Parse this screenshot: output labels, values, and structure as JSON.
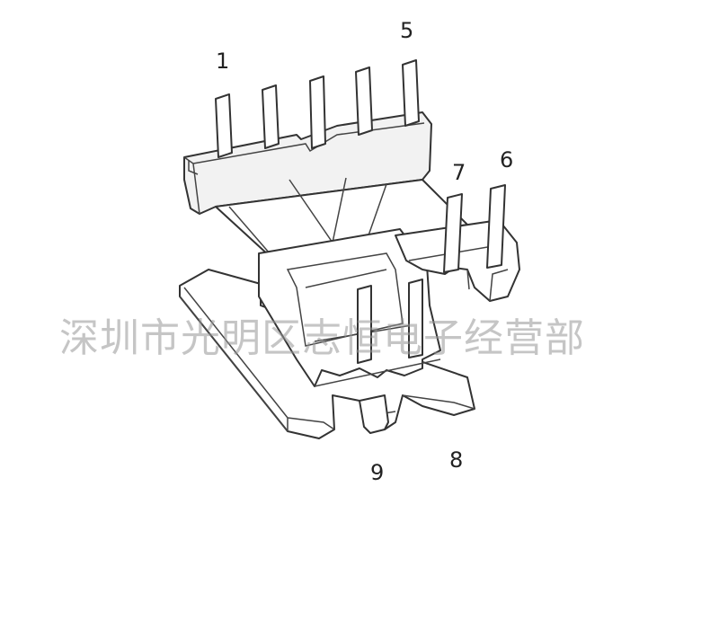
{
  "diagram": {
    "pin_labels": [
      {
        "id": "pin-1",
        "text": "1"
      },
      {
        "id": "pin-5",
        "text": "5"
      },
      {
        "id": "pin-6",
        "text": "6"
      },
      {
        "id": "pin-7",
        "text": "7"
      },
      {
        "id": "pin-8",
        "text": "8"
      },
      {
        "id": "pin-9",
        "text": "9"
      }
    ],
    "watermark": "深圳市光明区志恒电子经营部",
    "colors": {
      "line": "#333333",
      "watermark": "#969696",
      "background": "#ffffff"
    }
  }
}
